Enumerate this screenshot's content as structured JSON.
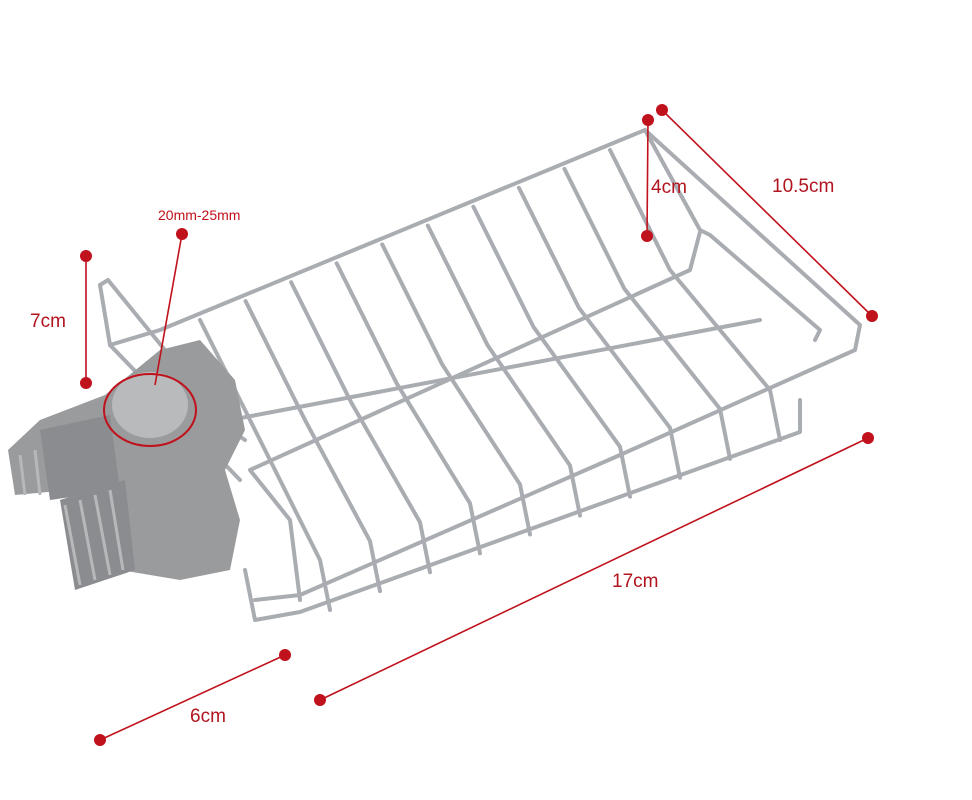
{
  "dimensions": {
    "width": "10.5cm",
    "height": "4cm",
    "clamp_height": "7cm",
    "pipe_diameter": "20mm-25mm",
    "length": "17cm",
    "clamp_depth": "6cm"
  },
  "colors": {
    "annotation": "#c0121c",
    "wire": "#a9acb1",
    "clamp": "#9a9b9d"
  }
}
